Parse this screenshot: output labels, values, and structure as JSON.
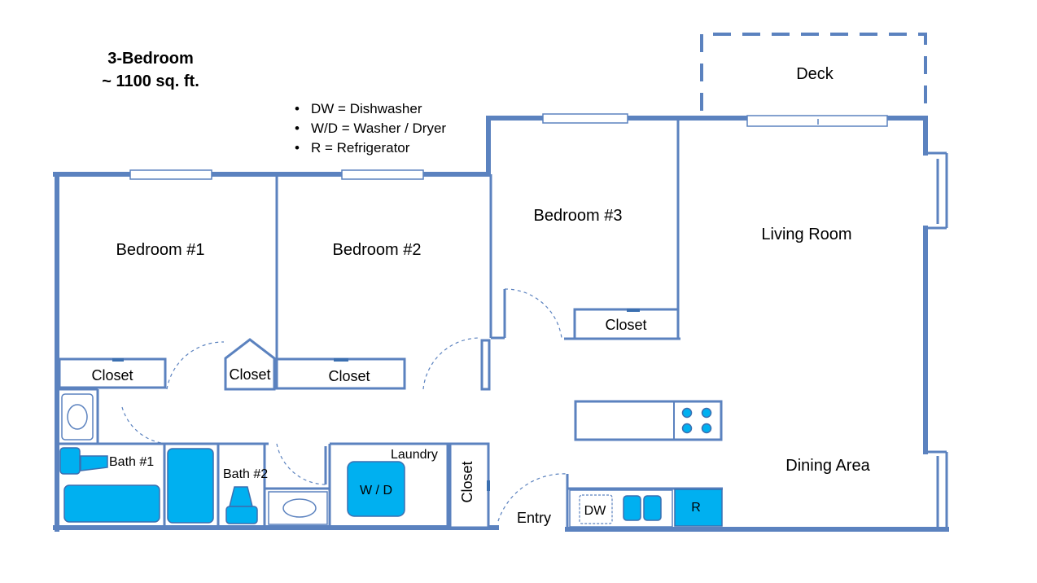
{
  "title": {
    "line1": "3-Bedroom",
    "line2": "~ 1100 sq. ft."
  },
  "legend": {
    "bullet": "•",
    "items": [
      "DW = Dishwasher",
      "W/D = Washer / Dryer",
      "R = Refrigerator"
    ]
  },
  "rooms": {
    "deck": "Deck",
    "bedroom1": "Bedroom #1",
    "bedroom2": "Bedroom #2",
    "bedroom3": "Bedroom #3",
    "living_room": "Living Room",
    "dining_area": "Dining Area",
    "entry": "Entry",
    "laundry": "Laundry",
    "bath1": "Bath #1",
    "bath2": "Bath #2"
  },
  "closets": {
    "bedroom1": "Closet",
    "hall": "Closet",
    "bedroom2": "Closet",
    "bedroom3": "Closet",
    "laundry": "Closet"
  },
  "appliances": {
    "washer_dryer": "W / D",
    "dishwasher": "DW",
    "refrigerator": "R"
  },
  "colors": {
    "wall": "#5b82bf",
    "fixture": "#00b0f0",
    "text": "#000000"
  }
}
